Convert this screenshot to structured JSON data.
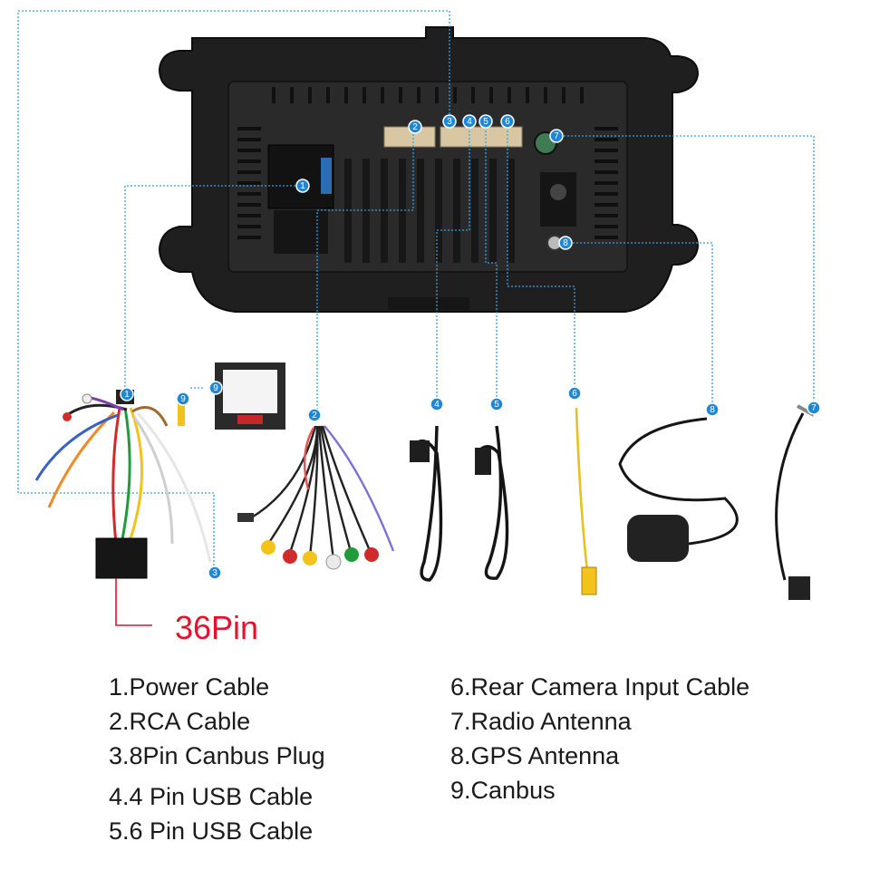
{
  "colors": {
    "callout": "#1e88d8",
    "leader": "#3aa0e0",
    "pin_accent": "#e8102a",
    "device": "#1c1c1c"
  },
  "numbers": [
    "1",
    "2",
    "3",
    "4",
    "5",
    "6",
    "7",
    "8",
    "9"
  ],
  "pin_label": "36Pin",
  "legend_left": [
    "1.Power Cable",
    "2.RCA Cable",
    "3.8Pin Canbus Plug",
    "4.4 Pin USB Cable",
    "5.6 Pin USB Cable"
  ],
  "legend_right": [
    "6.Rear Camera Input Cable",
    "7.Radio Antenna",
    "8.GPS Antenna",
    "9.Canbus"
  ],
  "icons": {
    "device": "car-stereo-back-panel-icon",
    "harness": "wire-harness-icon",
    "gps": "gps-puck-icon"
  }
}
